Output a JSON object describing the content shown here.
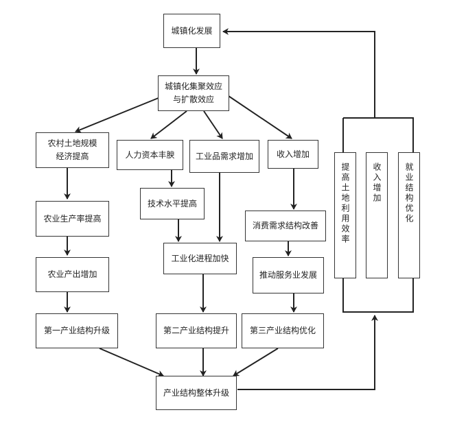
{
  "nodes": {
    "urbanization": "城镇化发展",
    "effect_line1": "城镇化集聚效应",
    "effect_line2": "与扩散效应",
    "rural_land_line1": "农村土地规模",
    "rural_land_line2": "经济提高",
    "human_capital": "人力资本丰腴",
    "industrial_demand": "工业品需求增加",
    "income_increase": "收入增加",
    "agri_productivity": "农业生产率提高",
    "tech_level": "技术水平提高",
    "consumption_structure": "消费需求结构改善",
    "agri_output": "农业产出增加",
    "industrialization": "工业化进程加快",
    "service_dev": "推动服务业发展",
    "primary_upgrade": "第一产业结构升级",
    "secondary_upgrade": "第二产业结构提升",
    "tertiary_upgrade": "第三产业结构优化",
    "overall_upgrade": "产业结构整体升级"
  },
  "side_panel": {
    "land_efficiency": "提高土地利用效率",
    "income": "收入增加",
    "employment": "就业结构优化"
  }
}
